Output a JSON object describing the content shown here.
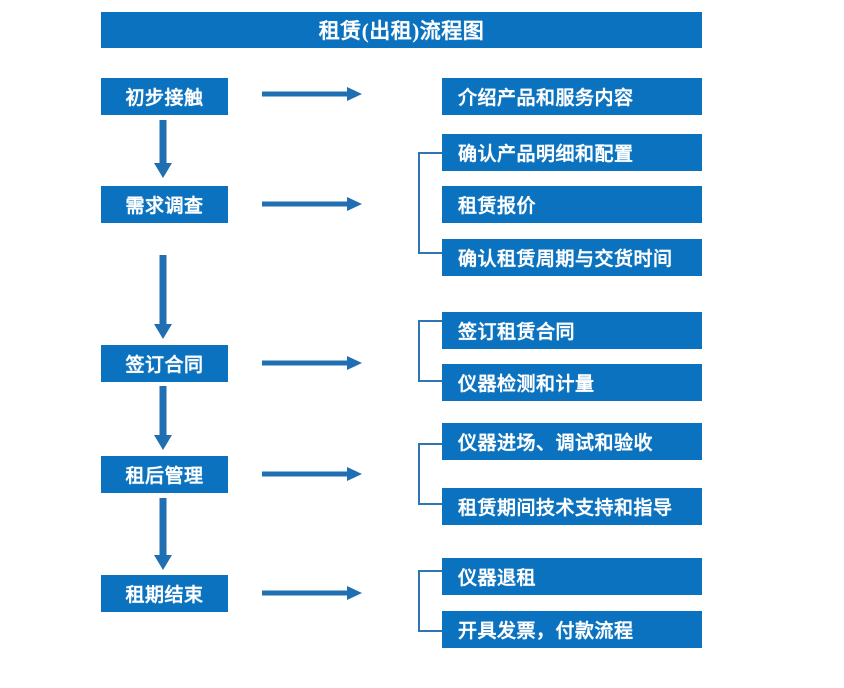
{
  "diagram": {
    "title": "租赁(出租)流程图",
    "colors": {
      "box_fill": "#0b72bf",
      "box_text": "#ffffff",
      "arrow": "#1f6fb2",
      "bracket": "#2e75b6",
      "background": "#ffffff"
    },
    "stages": [
      {
        "id": "stage-1",
        "label": "初步接触"
      },
      {
        "id": "stage-2",
        "label": "需求调查"
      },
      {
        "id": "stage-3",
        "label": "签订合同"
      },
      {
        "id": "stage-4",
        "label": "租后管理"
      },
      {
        "id": "stage-5",
        "label": "租期结束"
      }
    ],
    "details": [
      {
        "id": "detail-1-1",
        "label": "介绍产品和服务内容"
      },
      {
        "id": "detail-2-1",
        "label": "确认产品明细和配置"
      },
      {
        "id": "detail-2-2",
        "label": "租赁报价"
      },
      {
        "id": "detail-2-3",
        "label": "确认租赁周期与交货时间"
      },
      {
        "id": "detail-3-1",
        "label": "签订租赁合同"
      },
      {
        "id": "detail-3-2",
        "label": "仪器检测和计量"
      },
      {
        "id": "detail-4-1",
        "label": "仪器进场、调试和验收"
      },
      {
        "id": "detail-4-2",
        "label": "租赁期间技术支持和指导"
      },
      {
        "id": "detail-5-1",
        "label": "仪器退租"
      },
      {
        "id": "detail-5-2",
        "label": "开具发票，付款流程"
      }
    ],
    "groups": [
      {
        "id": "group-2",
        "members": [
          "确认产品明细和配置",
          "租赁报价",
          "确认租赁周期与交货时间"
        ]
      },
      {
        "id": "group-3",
        "members": [
          "签订租赁合同",
          "仪器检测和计量"
        ]
      },
      {
        "id": "group-4",
        "members": [
          "仪器进场、调试和验收",
          "租赁期间技术支持和指导"
        ]
      },
      {
        "id": "group-5",
        "members": [
          "仪器退租",
          "开具发票，付款流程"
        ]
      }
    ],
    "flow_connections": [
      {
        "id": "flow-1",
        "from": "初步接触",
        "to": "需求调查",
        "direction": "down"
      },
      {
        "id": "flow-2",
        "from": "需求调查",
        "to": "签订合同",
        "direction": "down"
      },
      {
        "id": "flow-3",
        "from": "签订合同",
        "to": "租后管理",
        "direction": "down"
      },
      {
        "id": "flow-4",
        "from": "租后管理",
        "to": "租期结束",
        "direction": "down"
      },
      {
        "id": "branch-1",
        "from": "初步接触",
        "to": "介绍产品和服务内容",
        "direction": "right"
      },
      {
        "id": "branch-2",
        "from": "需求调查",
        "to": "group-2",
        "direction": "right"
      },
      {
        "id": "branch-3",
        "from": "签订合同",
        "to": "group-3",
        "direction": "right"
      },
      {
        "id": "branch-4",
        "from": "租后管理",
        "to": "group-4",
        "direction": "right"
      },
      {
        "id": "branch-5",
        "from": "租期结束",
        "to": "group-5",
        "direction": "right"
      }
    ]
  }
}
